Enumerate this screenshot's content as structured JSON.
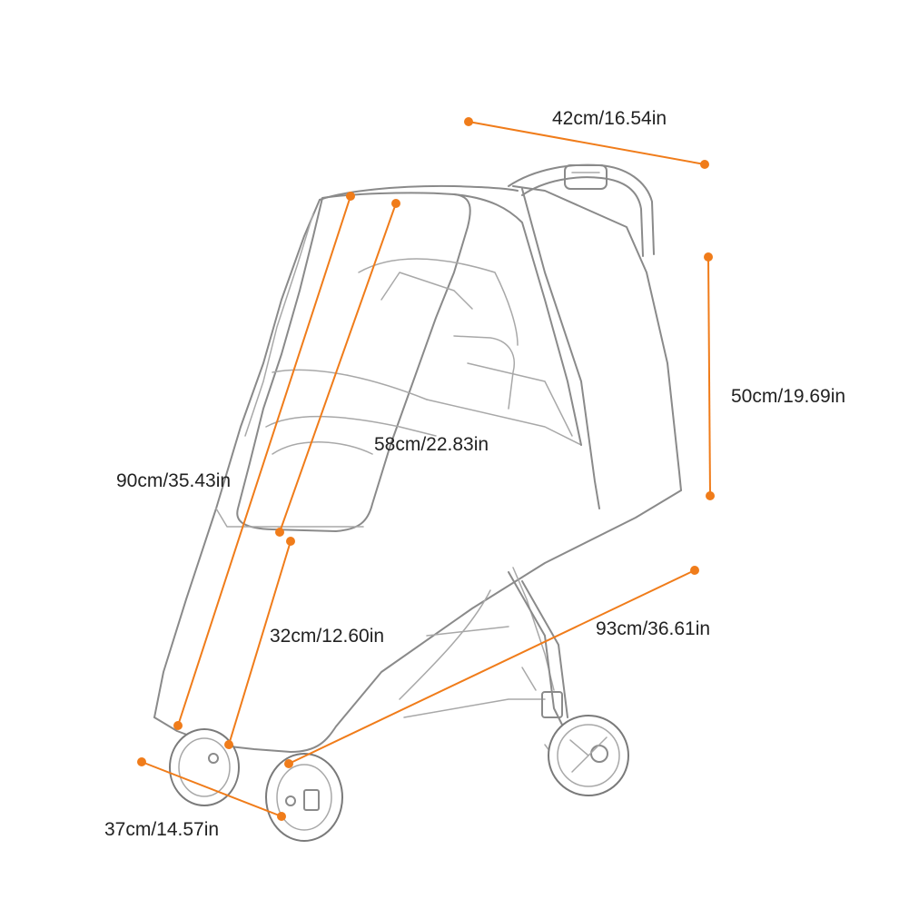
{
  "diagram": {
    "accent_color": "#f07c1a",
    "line_color": "#8a8a8a",
    "subject": "stroller-rain-cover",
    "dimensions": [
      {
        "id": "top-width",
        "label": "42cm/16.54in"
      },
      {
        "id": "side-height",
        "label": "50cm/19.69in"
      },
      {
        "id": "window-height",
        "label": "58cm/22.83in"
      },
      {
        "id": "front-height",
        "label": "90cm/35.43in"
      },
      {
        "id": "lower-front-height",
        "label": "32cm/12.60in"
      },
      {
        "id": "bottom-depth",
        "label": "93cm/36.61in"
      },
      {
        "id": "bottom-width",
        "label": "37cm/14.57in"
      }
    ]
  }
}
